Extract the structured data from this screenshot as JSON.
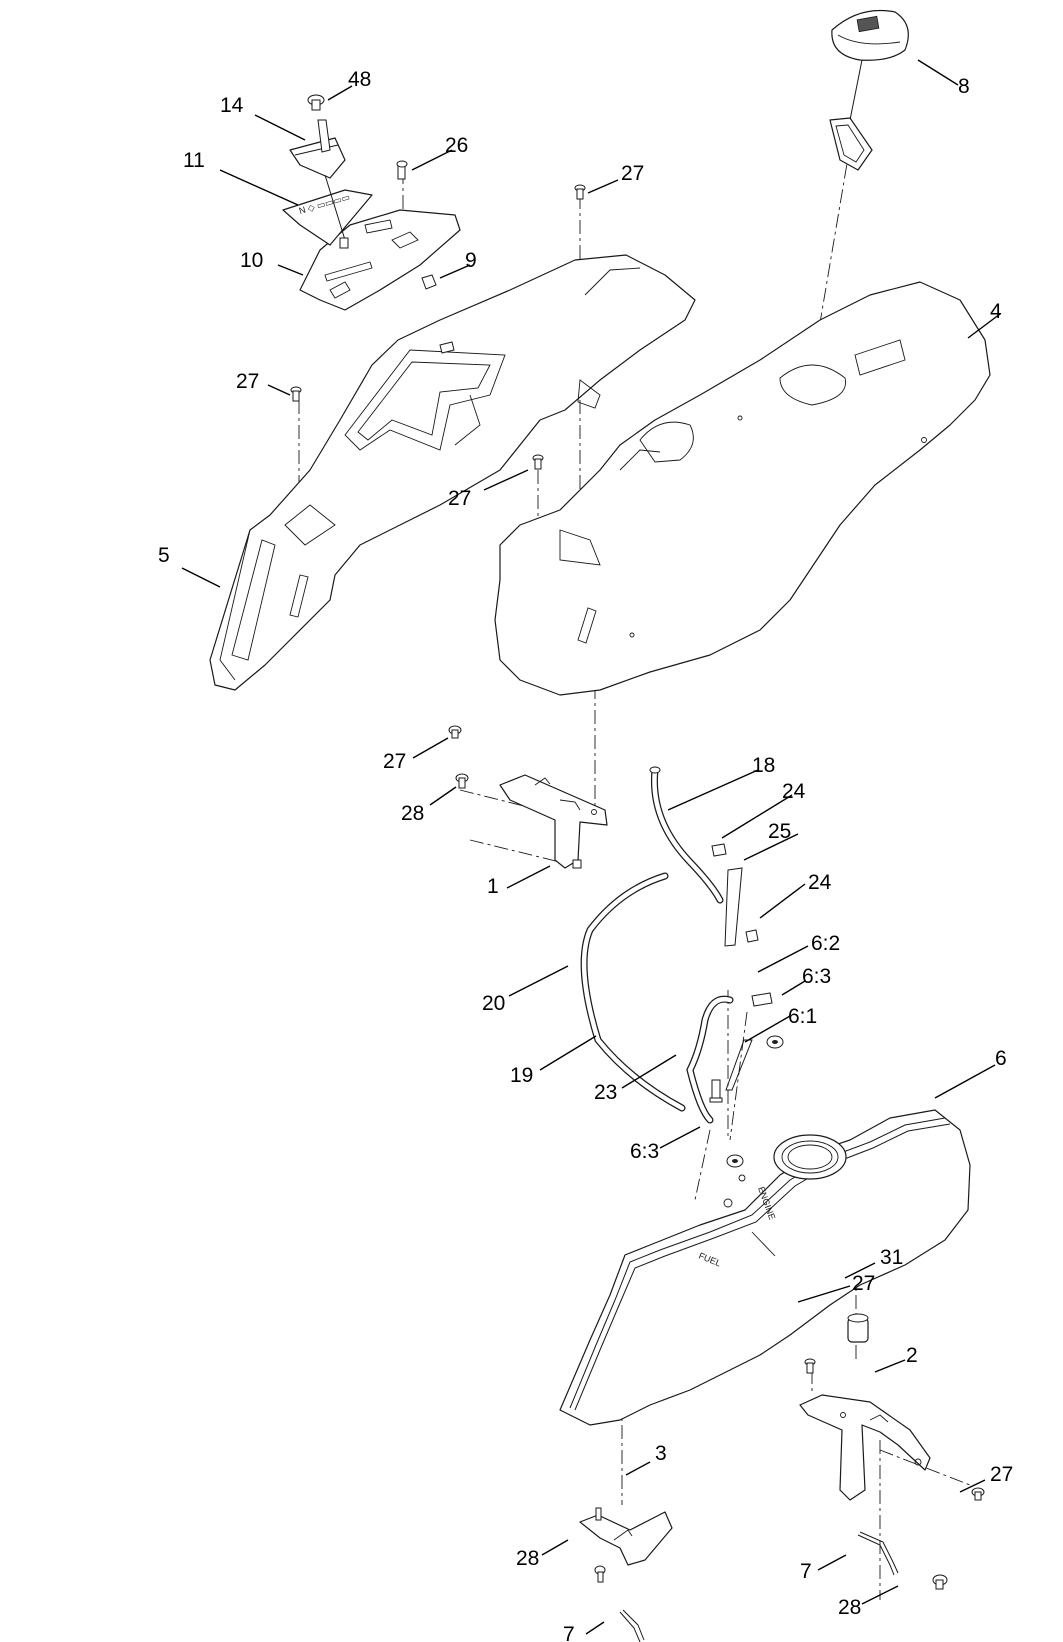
{
  "diagram": {
    "callouts": [
      {
        "id": "c48",
        "label": "48"
      },
      {
        "id": "c14",
        "label": "14"
      },
      {
        "id": "c26",
        "label": "26"
      },
      {
        "id": "c11",
        "label": "11"
      },
      {
        "id": "c27a",
        "label": "27"
      },
      {
        "id": "c8",
        "label": "8"
      },
      {
        "id": "c10",
        "label": "10"
      },
      {
        "id": "c9",
        "label": "9"
      },
      {
        "id": "c4",
        "label": "4"
      },
      {
        "id": "c27b",
        "label": "27"
      },
      {
        "id": "c27c",
        "label": "27"
      },
      {
        "id": "c5",
        "label": "5"
      },
      {
        "id": "c27d",
        "label": "27"
      },
      {
        "id": "c18",
        "label": "18"
      },
      {
        "id": "c28a",
        "label": "28"
      },
      {
        "id": "c24a",
        "label": "24"
      },
      {
        "id": "c25",
        "label": "25"
      },
      {
        "id": "c1",
        "label": "1"
      },
      {
        "id": "c24b",
        "label": "24"
      },
      {
        "id": "c62",
        "label": "6:2"
      },
      {
        "id": "c63a",
        "label": "6:3"
      },
      {
        "id": "c20",
        "label": "20"
      },
      {
        "id": "c61",
        "label": "6:1"
      },
      {
        "id": "c19",
        "label": "19"
      },
      {
        "id": "c6",
        "label": "6"
      },
      {
        "id": "c23",
        "label": "23"
      },
      {
        "id": "c63b",
        "label": "6:3"
      },
      {
        "id": "c31",
        "label": "31"
      },
      {
        "id": "c27e",
        "label": "27"
      },
      {
        "id": "c2",
        "label": "2"
      },
      {
        "id": "c27f",
        "label": "27"
      },
      {
        "id": "c3",
        "label": "3"
      },
      {
        "id": "c7a",
        "label": "7"
      },
      {
        "id": "c28b",
        "label": "28"
      },
      {
        "id": "c28c",
        "label": "28"
      },
      {
        "id": "c7b",
        "label": "7"
      }
    ]
  }
}
